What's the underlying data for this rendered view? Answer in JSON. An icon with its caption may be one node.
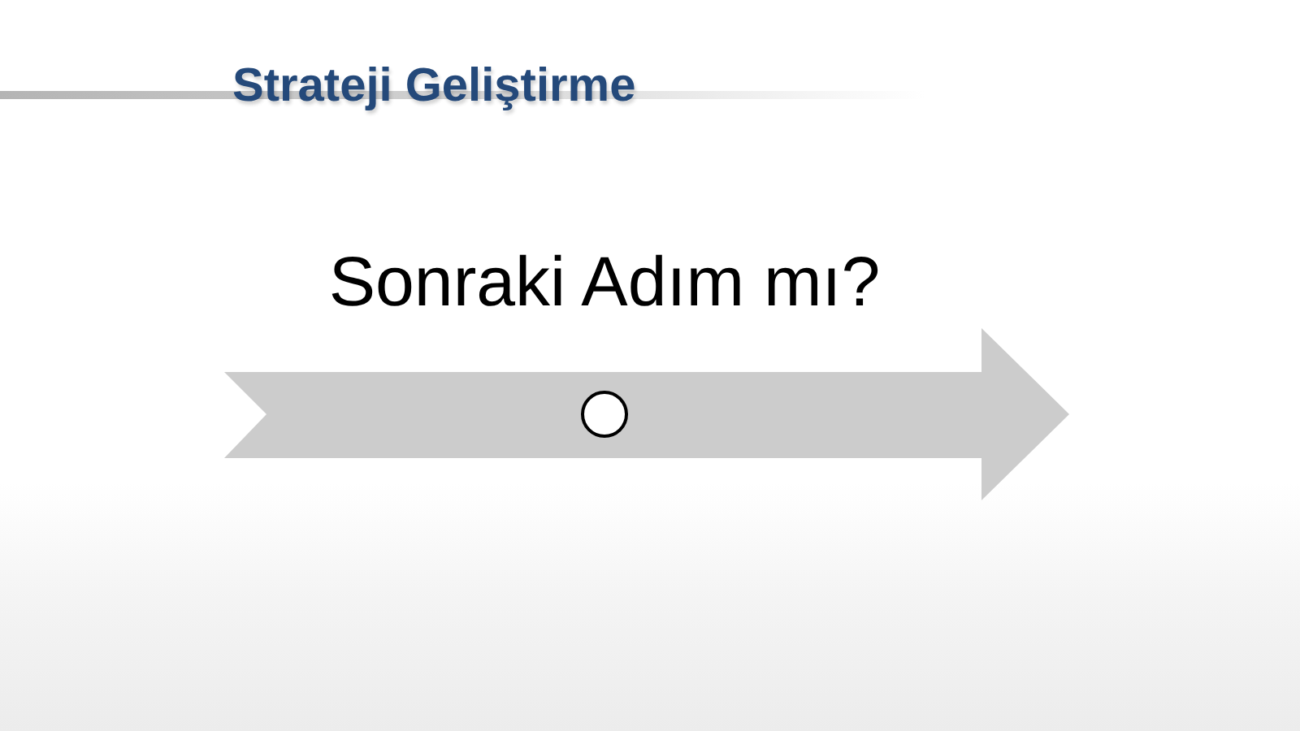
{
  "diagram": {
    "title": "Strateji Geliştirme",
    "nodes": [
      {
        "text": [
          "Sonraki Adım mı?"
        ]
      },
      {
        "text": [],
        "shape": "circle",
        "in": 0
      }
    ]
  }
}
